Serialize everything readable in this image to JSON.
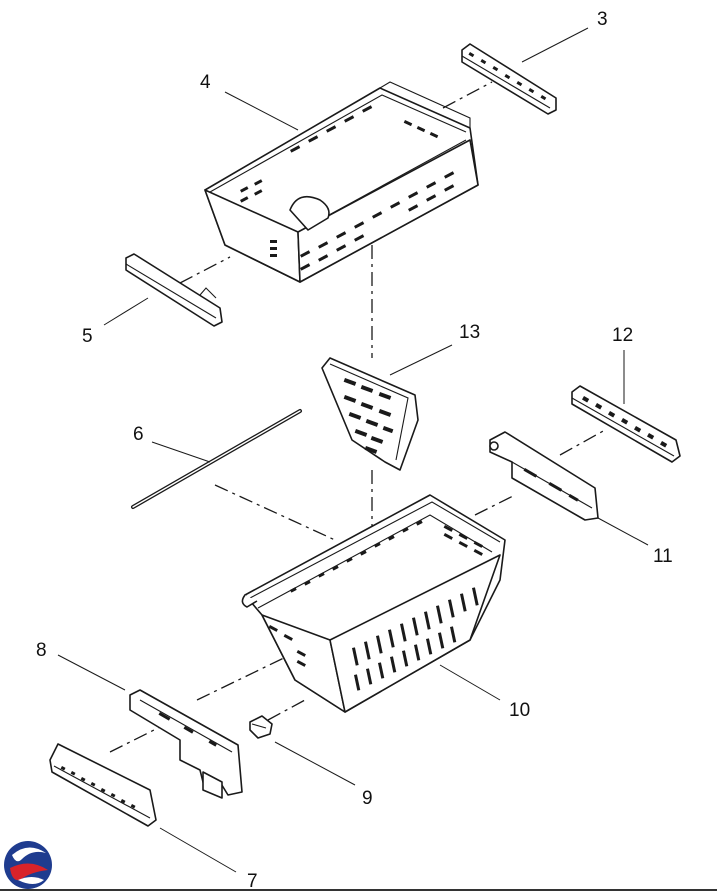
{
  "diagram": {
    "type": "exploded-parts-view",
    "callouts": [
      {
        "id": "c3",
        "label": "3"
      },
      {
        "id": "c4",
        "label": "4"
      },
      {
        "id": "c5",
        "label": "5"
      },
      {
        "id": "c6",
        "label": "6"
      },
      {
        "id": "c7",
        "label": "7"
      },
      {
        "id": "c8",
        "label": "8"
      },
      {
        "id": "c9",
        "label": "9"
      },
      {
        "id": "c10",
        "label": "10"
      },
      {
        "id": "c11",
        "label": "11"
      },
      {
        "id": "c12",
        "label": "12"
      },
      {
        "id": "c13",
        "label": "13"
      }
    ]
  },
  "logo": {
    "icon": "brand-swirl-logo",
    "colors": [
      "#1f3c8f",
      "#d8232a"
    ]
  }
}
